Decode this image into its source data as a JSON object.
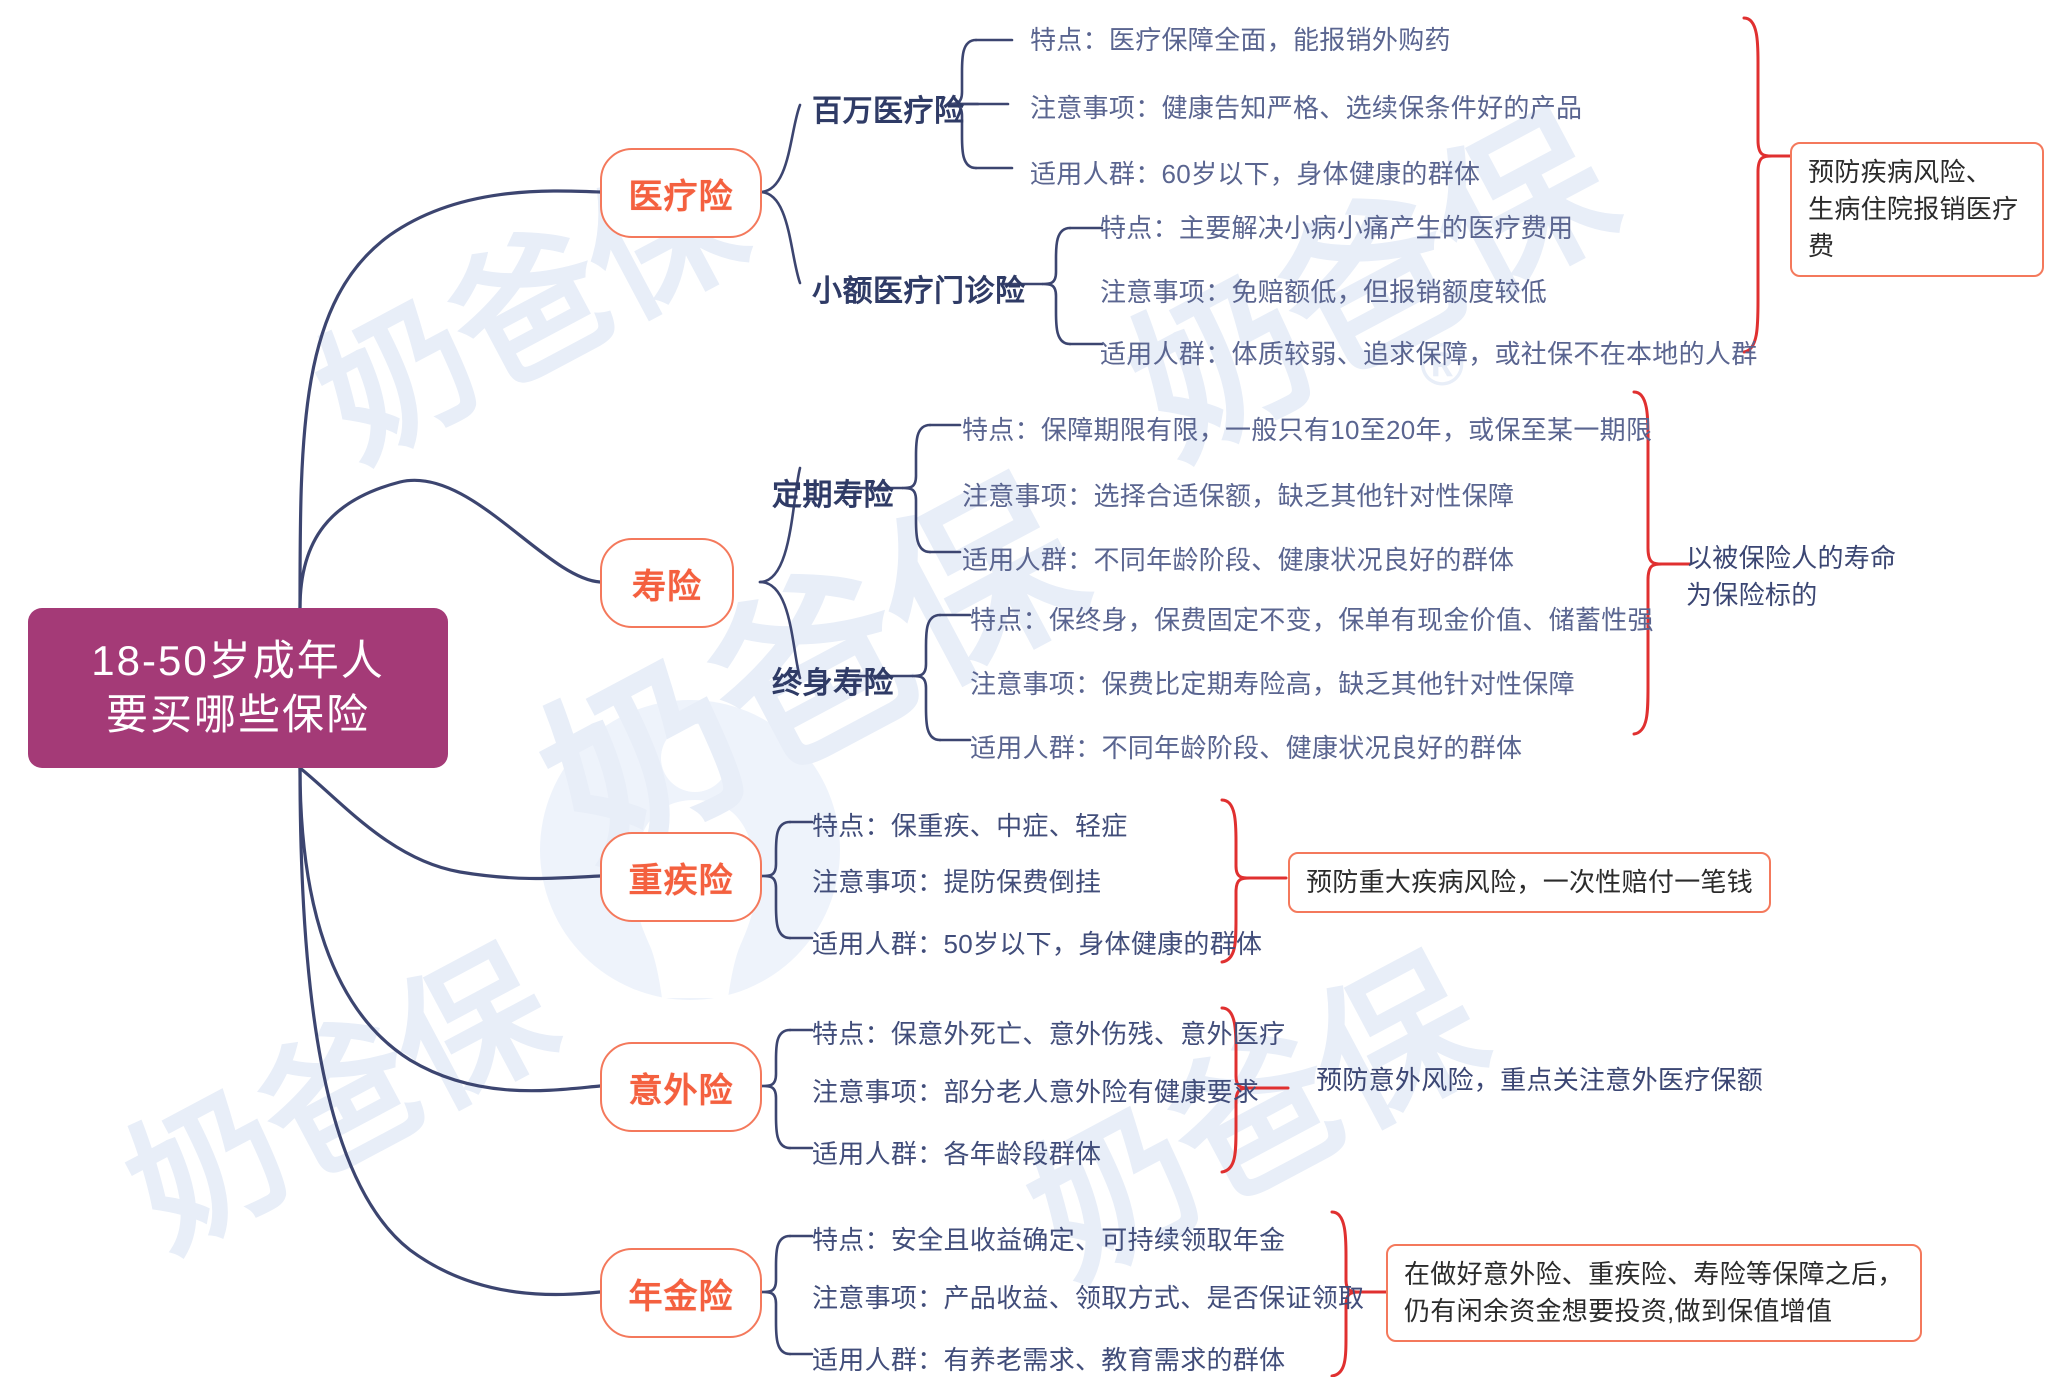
{
  "root": {
    "line1": "18-50岁成年人",
    "line2": "要买哪些保险",
    "color": "#a43a77"
  },
  "theme": {
    "branch_border": "#f4795c",
    "branch_text": "#f4603f",
    "connector": "#3c4570",
    "brace": "#e03030",
    "leaf_text": "#5a6590",
    "l2_text": "#2f3b66"
  },
  "branches": [
    {
      "id": "medical",
      "label": "医疗险",
      "groups": [
        {
          "label": "百万医疗险",
          "items": [
            "特点：医疗保障全面，能报销外购药",
            "注意事项：健康告知严格、选续保条件好的产品",
            "适用人群：60岁以下，身体健康的群体"
          ]
        },
        {
          "label": "小额医疗门诊险",
          "items": [
            "特点：主要解决小病小痛产生的医疗费用",
            "注意事项：免赔额低，但报销额度较低",
            "适用人群：体质较弱、追求保障，或社保不在本地的人群"
          ]
        }
      ],
      "note": "预防疾病风险、\n生病住院报销医疗费",
      "note_boxed": true
    },
    {
      "id": "life",
      "label": "寿险",
      "groups": [
        {
          "label": "定期寿险",
          "items": [
            "特点：保障期限有限，一般只有10至20年，或保至某一期限",
            "注意事项：选择合适保额，缺乏其他针对性保障",
            "适用人群：不同年龄阶段、健康状况良好的群体"
          ]
        },
        {
          "label": "终身寿险",
          "items": [
            "特点：保终身，保费固定不变，保单有现金价值、储蓄性强",
            "注意事项：保费比定期寿险高，缺乏其他针对性保障",
            "适用人群：不同年龄阶段、健康状况良好的群体"
          ]
        }
      ],
      "note": "以被保险人的寿命\n为保险标的",
      "note_boxed": false
    },
    {
      "id": "critical-illness",
      "label": "重疾险",
      "groups": [
        {
          "label": "",
          "items": [
            "特点：保重疾、中症、轻症",
            "注意事项：提防保费倒挂",
            "适用人群：50岁以下，身体健康的群体"
          ]
        }
      ],
      "note": "预防重大疾病风险，一次性赔付一笔钱",
      "note_boxed": true
    },
    {
      "id": "accident",
      "label": "意外险",
      "groups": [
        {
          "label": "",
          "items": [
            "特点：保意外死亡、意外伤残、意外医疗",
            "注意事项：部分老人意外险有健康要求",
            "适用人群：各年龄段群体"
          ]
        }
      ],
      "note": "预防意外风险，重点关注意外医疗保额",
      "note_boxed": false
    },
    {
      "id": "annuity",
      "label": "年金险",
      "groups": [
        {
          "label": "",
          "items": [
            "特点：安全且收益确定、可持续领取年金",
            "注意事项：产品收益、领取方式、是否保证领取",
            "适用人群：有养老需求、教育需求的群体"
          ]
        }
      ],
      "note": "在做好意外险、重疾险、寿险等保障之后，\n仍有闲余资金想要投资,做到保值增值",
      "note_boxed": true
    }
  ],
  "watermark": {
    "text": "奶爸保",
    "mark": "®"
  }
}
